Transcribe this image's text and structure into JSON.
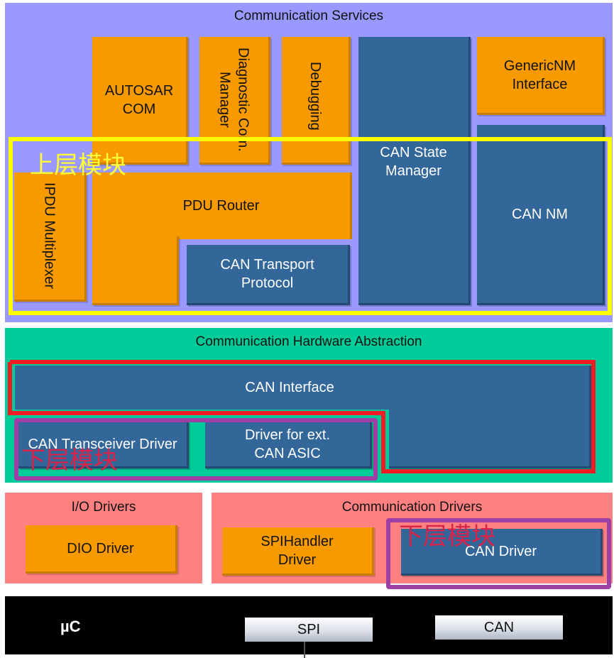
{
  "communication_services": {
    "title": "Communication Services",
    "autosar_com": "AUTOSAR COM",
    "diagnostic_com_manager": "Diagnostic Com. Manager",
    "debugging": "Debugging",
    "can_state_manager": "CAN State Manager",
    "generic_nm_interface": "GenericNM Interface",
    "pdu_router": "PDU Router",
    "ipdu_multiplexer": "IPDU Multiplexer",
    "can_transport_protocol": "CAN Transport Protocol",
    "can_nm": "CAN NM"
  },
  "hardware_abstraction": {
    "title": "Communication Hardware Abstraction",
    "can_interface": "CAN Interface",
    "can_transceiver_driver": "CAN Transceiver Driver",
    "driver_ext_can_asic": "Driver for ext. CAN ASIC"
  },
  "io_drivers": {
    "title": "I/O Drivers",
    "dio_driver": "DIO Driver"
  },
  "communication_drivers": {
    "title": "Communication Drivers",
    "spi_handler_driver": "SPIHandler Driver",
    "can_driver": "CAN Driver"
  },
  "microcontroller": {
    "label": "µC",
    "spi": "SPI",
    "can": "CAN"
  },
  "annotations": {
    "upper_modules": "上层模块",
    "lower_modules_1": "下层模块",
    "lower_modules_2": "下层模块"
  },
  "colors": {
    "services_bg": "#9999ff",
    "hw_abstraction_bg": "#00cc99",
    "drivers_bg": "#ff8080",
    "module_orange": "#f79a00",
    "module_blue": "#336699",
    "highlight_yellow": "#ffff00",
    "highlight_red": "#ff0000",
    "highlight_purple": "#9933aa"
  }
}
